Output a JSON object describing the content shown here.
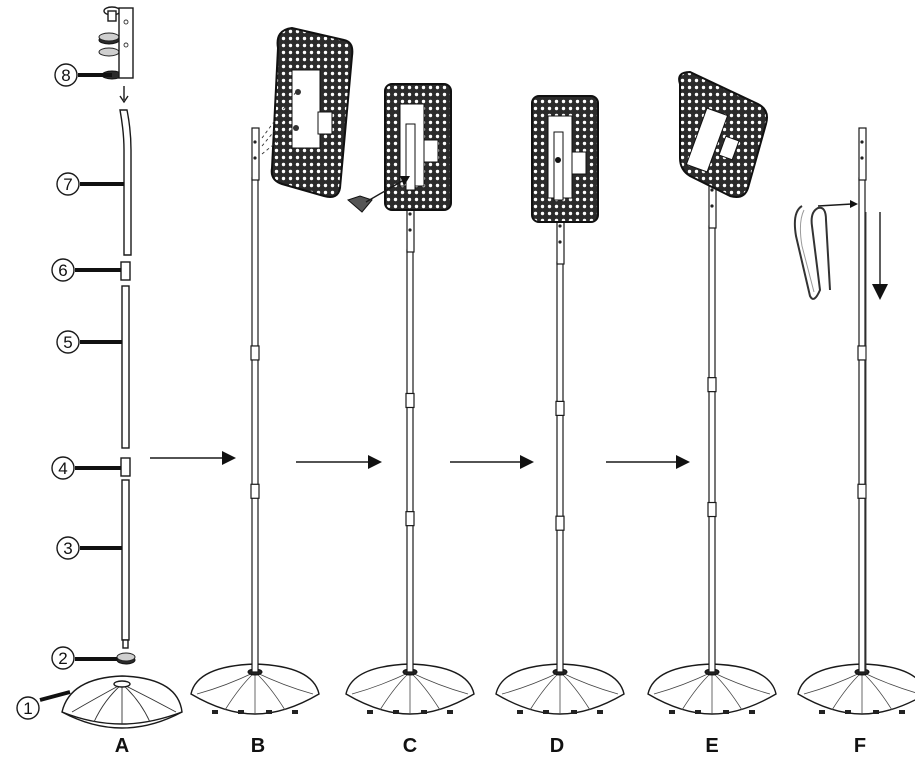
{
  "diagram": {
    "step_labels": [
      "A",
      "B",
      "C",
      "D",
      "E",
      "F"
    ],
    "part_numbers": [
      "1",
      "2",
      "3",
      "4",
      "5",
      "6",
      "7",
      "8"
    ],
    "colors": {
      "ink": "#1a1a1a",
      "panel": "#2b2b2b",
      "cable": "#333333"
    }
  }
}
